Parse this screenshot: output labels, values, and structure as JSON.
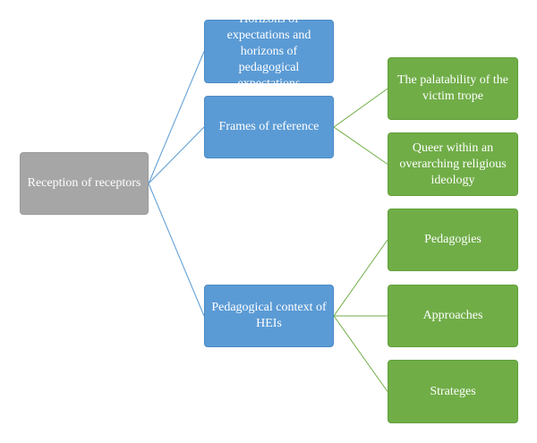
{
  "diagram": {
    "root": {
      "label": "Reception of receptors"
    },
    "branches": [
      {
        "label": "Horizons of expectations and horizons of pedagogical expectations",
        "children": []
      },
      {
        "label": "Frames of reference",
        "children": [
          {
            "label": "The palatability of the victim trope"
          },
          {
            "label": "Queer within an overarching religious ideology"
          }
        ]
      },
      {
        "label": "Pedagogical context of HEIs",
        "children": [
          {
            "label": "Pedagogies"
          },
          {
            "label": "Approaches"
          },
          {
            "label": "Strateges"
          }
        ]
      }
    ],
    "colors": {
      "root_fill": "#a6a6a6",
      "branch_fill": "#5b9bd5",
      "leaf_fill": "#70ad47",
      "root_connector": "#5b9bd5",
      "leaf_connector": "#70ad47"
    }
  }
}
